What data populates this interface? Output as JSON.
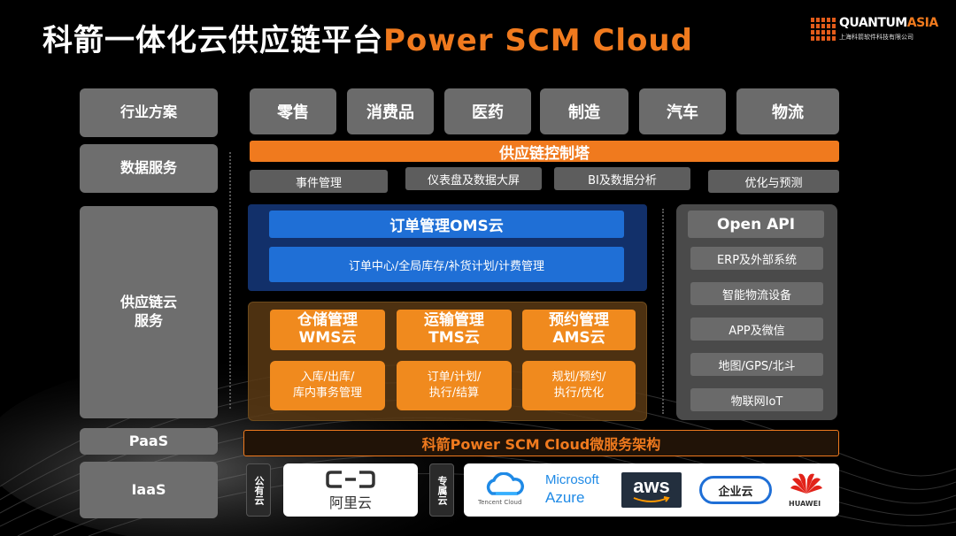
{
  "title": {
    "cn": "科箭一体化云供应链平台",
    "en": "Power SCM Cloud"
  },
  "logo": {
    "name_a": "QUANTUM",
    "name_b": "ASIA",
    "sub": "上海科箭软件科技有限公司"
  },
  "left": {
    "industry": "行业方案",
    "data": "数据服务",
    "scm_line1": "供应链云",
    "scm_line2": "服务",
    "paas": "PaaS",
    "iaas": "IaaS"
  },
  "industries": [
    "零售",
    "消费品",
    "医药",
    "制造",
    "汽车",
    "物流"
  ],
  "control_tower": "供应链控制塔",
  "data_services": [
    "事件管理",
    "仪表盘及数据大屏",
    "BI及数据分析",
    "优化与预测"
  ],
  "oms": {
    "title": "订单管理OMS云",
    "desc": "订单中心/全局库存/补货计划/计费管理"
  },
  "modules": [
    {
      "name": "仓储管理",
      "code": "WMS云",
      "line1": "入库/出库/",
      "line2": "库内事务管理"
    },
    {
      "name": "运输管理",
      "code": "TMS云",
      "line1": "订单/计划/",
      "line2": "执行/结算"
    },
    {
      "name": "预约管理",
      "code": "AMS云",
      "line1": "规划/预约/",
      "line2": "执行/优化"
    }
  ],
  "openapi": {
    "title": "Open API",
    "items": [
      "ERP及外部系统",
      "智能物流设备",
      "APP及微信",
      "地图/GPS/北斗",
      "物联网IoT"
    ]
  },
  "paas_bar": "科箭Power SCM Cloud微服务架构",
  "iaas": {
    "public_label": "公有云",
    "private_label": "专属云",
    "aliyun": "阿里云",
    "tencent": "Tencent Cloud",
    "azure_a": "Microsoft",
    "azure_b": "Azure",
    "aws": "aws",
    "qiye": "企业云",
    "huawei": "HUAWEI"
  },
  "colors": {
    "accent": "#f07a1e",
    "blue": "#1f6fd6",
    "navy": "#12306a",
    "gray": "#6e6e6e"
  }
}
